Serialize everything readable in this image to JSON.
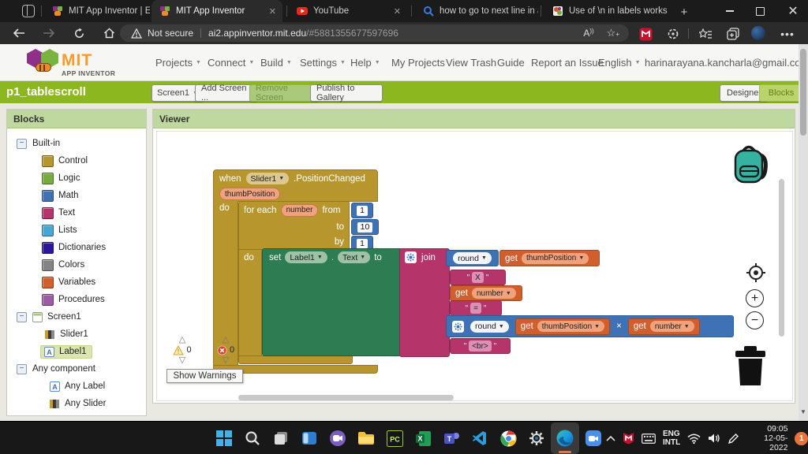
{
  "colors": {
    "gold": "#B8962E",
    "green": "#2E7D52",
    "pink": "#B5356B",
    "blue": "#3F71B5",
    "orange": "#D05F2D",
    "chipSalmon": "#F0A27D",
    "pillTan": "#DCC793",
    "pillGreen": "#9DC2A5",
    "pillPink": "#DE8FB4",
    "accentGreen": "#8DB71E",
    "panelHeader": "#BED8A0"
  },
  "browser": {
    "tabs": [
      {
        "title": "MIT App Inventor | Explor"
      },
      {
        "title": "MIT App Inventor"
      },
      {
        "title": "YouTube"
      },
      {
        "title": "how to go to next line in a"
      },
      {
        "title": "Use of \\n in labels works o"
      }
    ],
    "security": "Not secure",
    "host": "ai2.appinventor.mit.edu",
    "path": "/#5881355677597696"
  },
  "header": {
    "mit": "MIT",
    "app_inventor": "APP INVENTOR",
    "menus": [
      "Projects",
      "Connect",
      "Build",
      "Settings",
      "Help"
    ],
    "links": [
      "My Projects",
      "View Trash",
      "Guide",
      "Report an Issue"
    ],
    "language": "English",
    "account": "harinarayana.kancharla@gmail.com"
  },
  "project_bar": {
    "name": "p1_tablescroll",
    "screen": "Screen1",
    "add_screen": "Add Screen ...",
    "remove_screen": "Remove Screen",
    "publish": "Publish to Gallery",
    "designer": "Designer",
    "blocks": "Blocks"
  },
  "palette": {
    "title": "Blocks",
    "builtin_label": "Built-in",
    "categories": [
      {
        "label": "Control",
        "color": "#B8962E"
      },
      {
        "label": "Logic",
        "color": "#77AB41"
      },
      {
        "label": "Math",
        "color": "#3F71B5"
      },
      {
        "label": "Text",
        "color": "#B5356B"
      },
      {
        "label": "Lists",
        "color": "#49A6D4"
      },
      {
        "label": "Dictionaries",
        "color": "#2D1799"
      },
      {
        "label": "Colors",
        "color": "#848484"
      },
      {
        "label": "Variables",
        "color": "#D05F2D"
      },
      {
        "label": "Procedures",
        "color": "#9B5BA5"
      }
    ],
    "screen_label": "Screen1",
    "screen_items": [
      "Slider1",
      "Label1"
    ],
    "any_label": "Any component",
    "any_items": [
      "Any Label",
      "Any Slider"
    ]
  },
  "viewer": {
    "title": "Viewer",
    "warning_count": "0",
    "error_count": "0",
    "show_warnings_label": "Show Warnings"
  },
  "code": {
    "when": "when",
    "component": "Slider1",
    "event": ".PositionChanged",
    "param": "thumbPosition",
    "do_outer": "do",
    "for_each": "for each",
    "loop_var": "number",
    "from": "from",
    "from_value": "1",
    "to": "to",
    "to_value": "10",
    "by": "by",
    "by_value": "1",
    "do_inner": "do",
    "set": "set",
    "set_component": "Label1",
    "dot": ".",
    "set_property": "Text",
    "set_to": "to",
    "join": "join",
    "round1": "round",
    "get1": "get",
    "get1_var": "thumbPosition",
    "str_x": "X",
    "get2": "get",
    "get2_var": "number",
    "str_eq": "=",
    "round2": "round",
    "get3": "get",
    "get3_var": "thumbPosition",
    "times": "×",
    "get4": "get",
    "get4_var": "number",
    "str_br": "<br>",
    "quote": "\""
  },
  "taskbar": {
    "lang1": "ENG",
    "lang2": "INTL",
    "time": "09:05",
    "date": "12-05-2022",
    "badge": "1"
  }
}
